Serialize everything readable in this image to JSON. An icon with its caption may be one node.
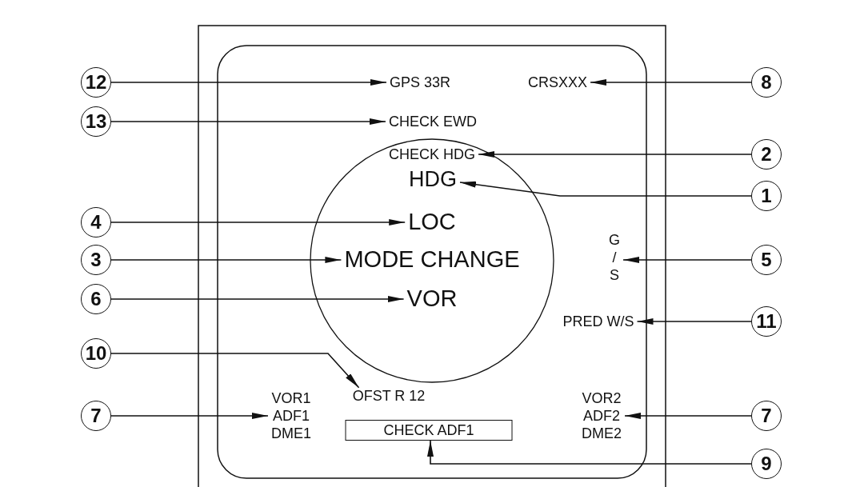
{
  "diagram": {
    "nodes": [
      {
        "text": [
          "12"
        ]
      },
      {
        "text": [
          "GPS 33R"
        ]
      },
      {
        "text": [
          "CRSXXX"
        ]
      },
      {
        "text": [
          "8"
        ]
      },
      {
        "text": [
          "13"
        ]
      },
      {
        "text": [
          "CHECK EWD"
        ]
      },
      {
        "text": [
          "CHECK HDG"
        ]
      },
      {
        "text": [
          "2"
        ]
      },
      {
        "text": [
          "HDG"
        ]
      },
      {
        "text": [
          "1"
        ]
      },
      {
        "text": [
          "4"
        ]
      },
      {
        "text": [
          "LOC"
        ]
      },
      {
        "text": [
          "3"
        ]
      },
      {
        "text": [
          "MODE CHANGE"
        ]
      },
      {
        "text": [
          "G / S"
        ]
      },
      {
        "text": [
          "5"
        ]
      },
      {
        "text": [
          "6"
        ]
      },
      {
        "text": [
          "VOR"
        ]
      },
      {
        "text": [
          "PRED W/S"
        ]
      },
      {
        "text": [
          "11"
        ]
      },
      {
        "text": [
          "10"
        ]
      },
      {
        "text": [
          "OFST R 12"
        ]
      },
      {
        "text": [
          "VOR1 ADF1 DME1"
        ]
      },
      {
        "text": [
          "VOR2 ADF2 DME2"
        ]
      },
      {
        "text": [
          "7"
        ]
      },
      {
        "text": [
          "7"
        ]
      },
      {
        "text": [
          "CHECK ADF1"
        ]
      },
      {
        "text": [
          "9"
        ]
      }
    ],
    "edges": [
      {
        "from": 0,
        "to": 1,
        "arrow": "to"
      },
      {
        "from": 3,
        "to": 2,
        "arrow": "to"
      },
      {
        "from": 4,
        "to": 5,
        "arrow": "to"
      },
      {
        "from": 7,
        "to": 6,
        "arrow": "to"
      },
      {
        "from": 9,
        "to": 8,
        "arrow": "to"
      },
      {
        "from": 10,
        "to": 11,
        "arrow": "to"
      },
      {
        "from": 12,
        "to": 13,
        "arrow": "to"
      },
      {
        "from": 15,
        "to": 14,
        "arrow": "to"
      },
      {
        "from": 16,
        "to": 17,
        "arrow": "to"
      },
      {
        "from": 19,
        "to": 18,
        "arrow": "to"
      },
      {
        "from": 20,
        "to": 21,
        "arrow": "to"
      },
      {
        "from": 24,
        "to": 22,
        "arrow": "to"
      },
      {
        "from": 25,
        "to": 23,
        "arrow": "to"
      },
      {
        "from": 27,
        "to": 26,
        "arrow": "to"
      }
    ]
  }
}
